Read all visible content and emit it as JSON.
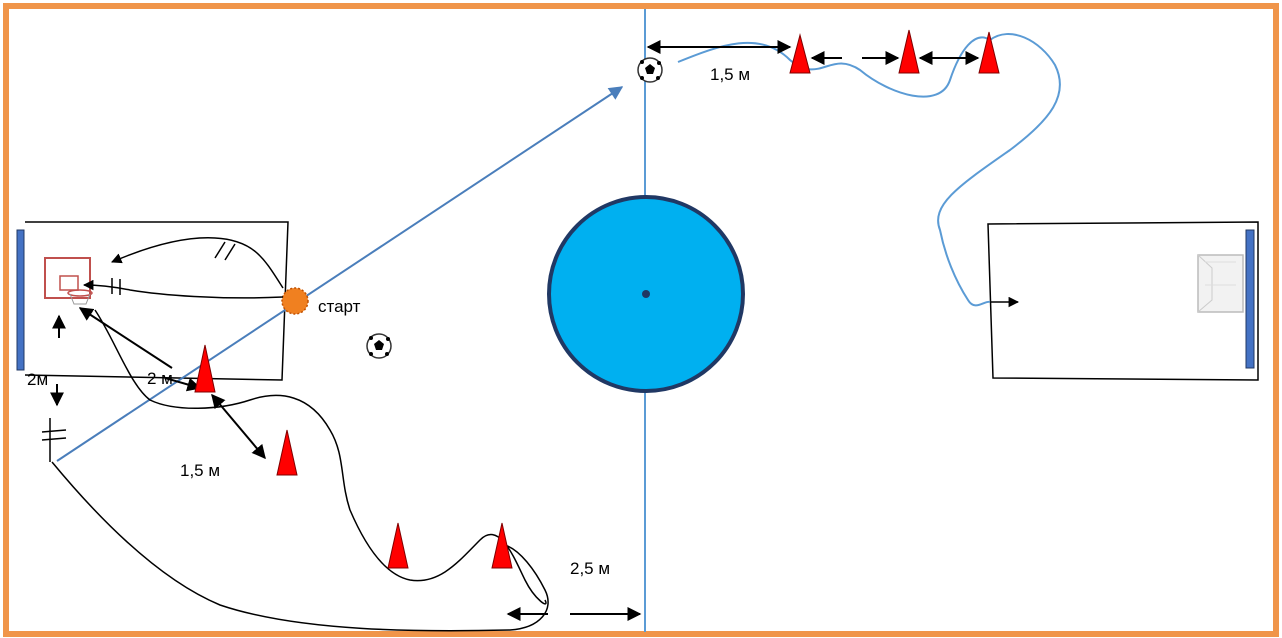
{
  "labels": {
    "start": "старт",
    "dist_top": "1,5 м",
    "dist_left_a": "2м",
    "dist_left_b": "2 м",
    "dist_cone": "1,5  м",
    "dist_bottom": "2,5 м"
  },
  "colors": {
    "frame": "#f0954a",
    "center_circle": "#00b0f0",
    "center_circle_stroke": "#203864",
    "midline": "#5b9bd5",
    "cone": "#ff0000",
    "basketball": "#f08020",
    "backboard": "#4472c4",
    "path": "#000000"
  },
  "icons": {
    "basketball_hoop": "basketball-hoop-icon",
    "football_goal": "football-goal-icon",
    "soccer_ball": "soccer-ball-icon",
    "basketball": "basketball-icon",
    "cone": "cone-icon"
  }
}
